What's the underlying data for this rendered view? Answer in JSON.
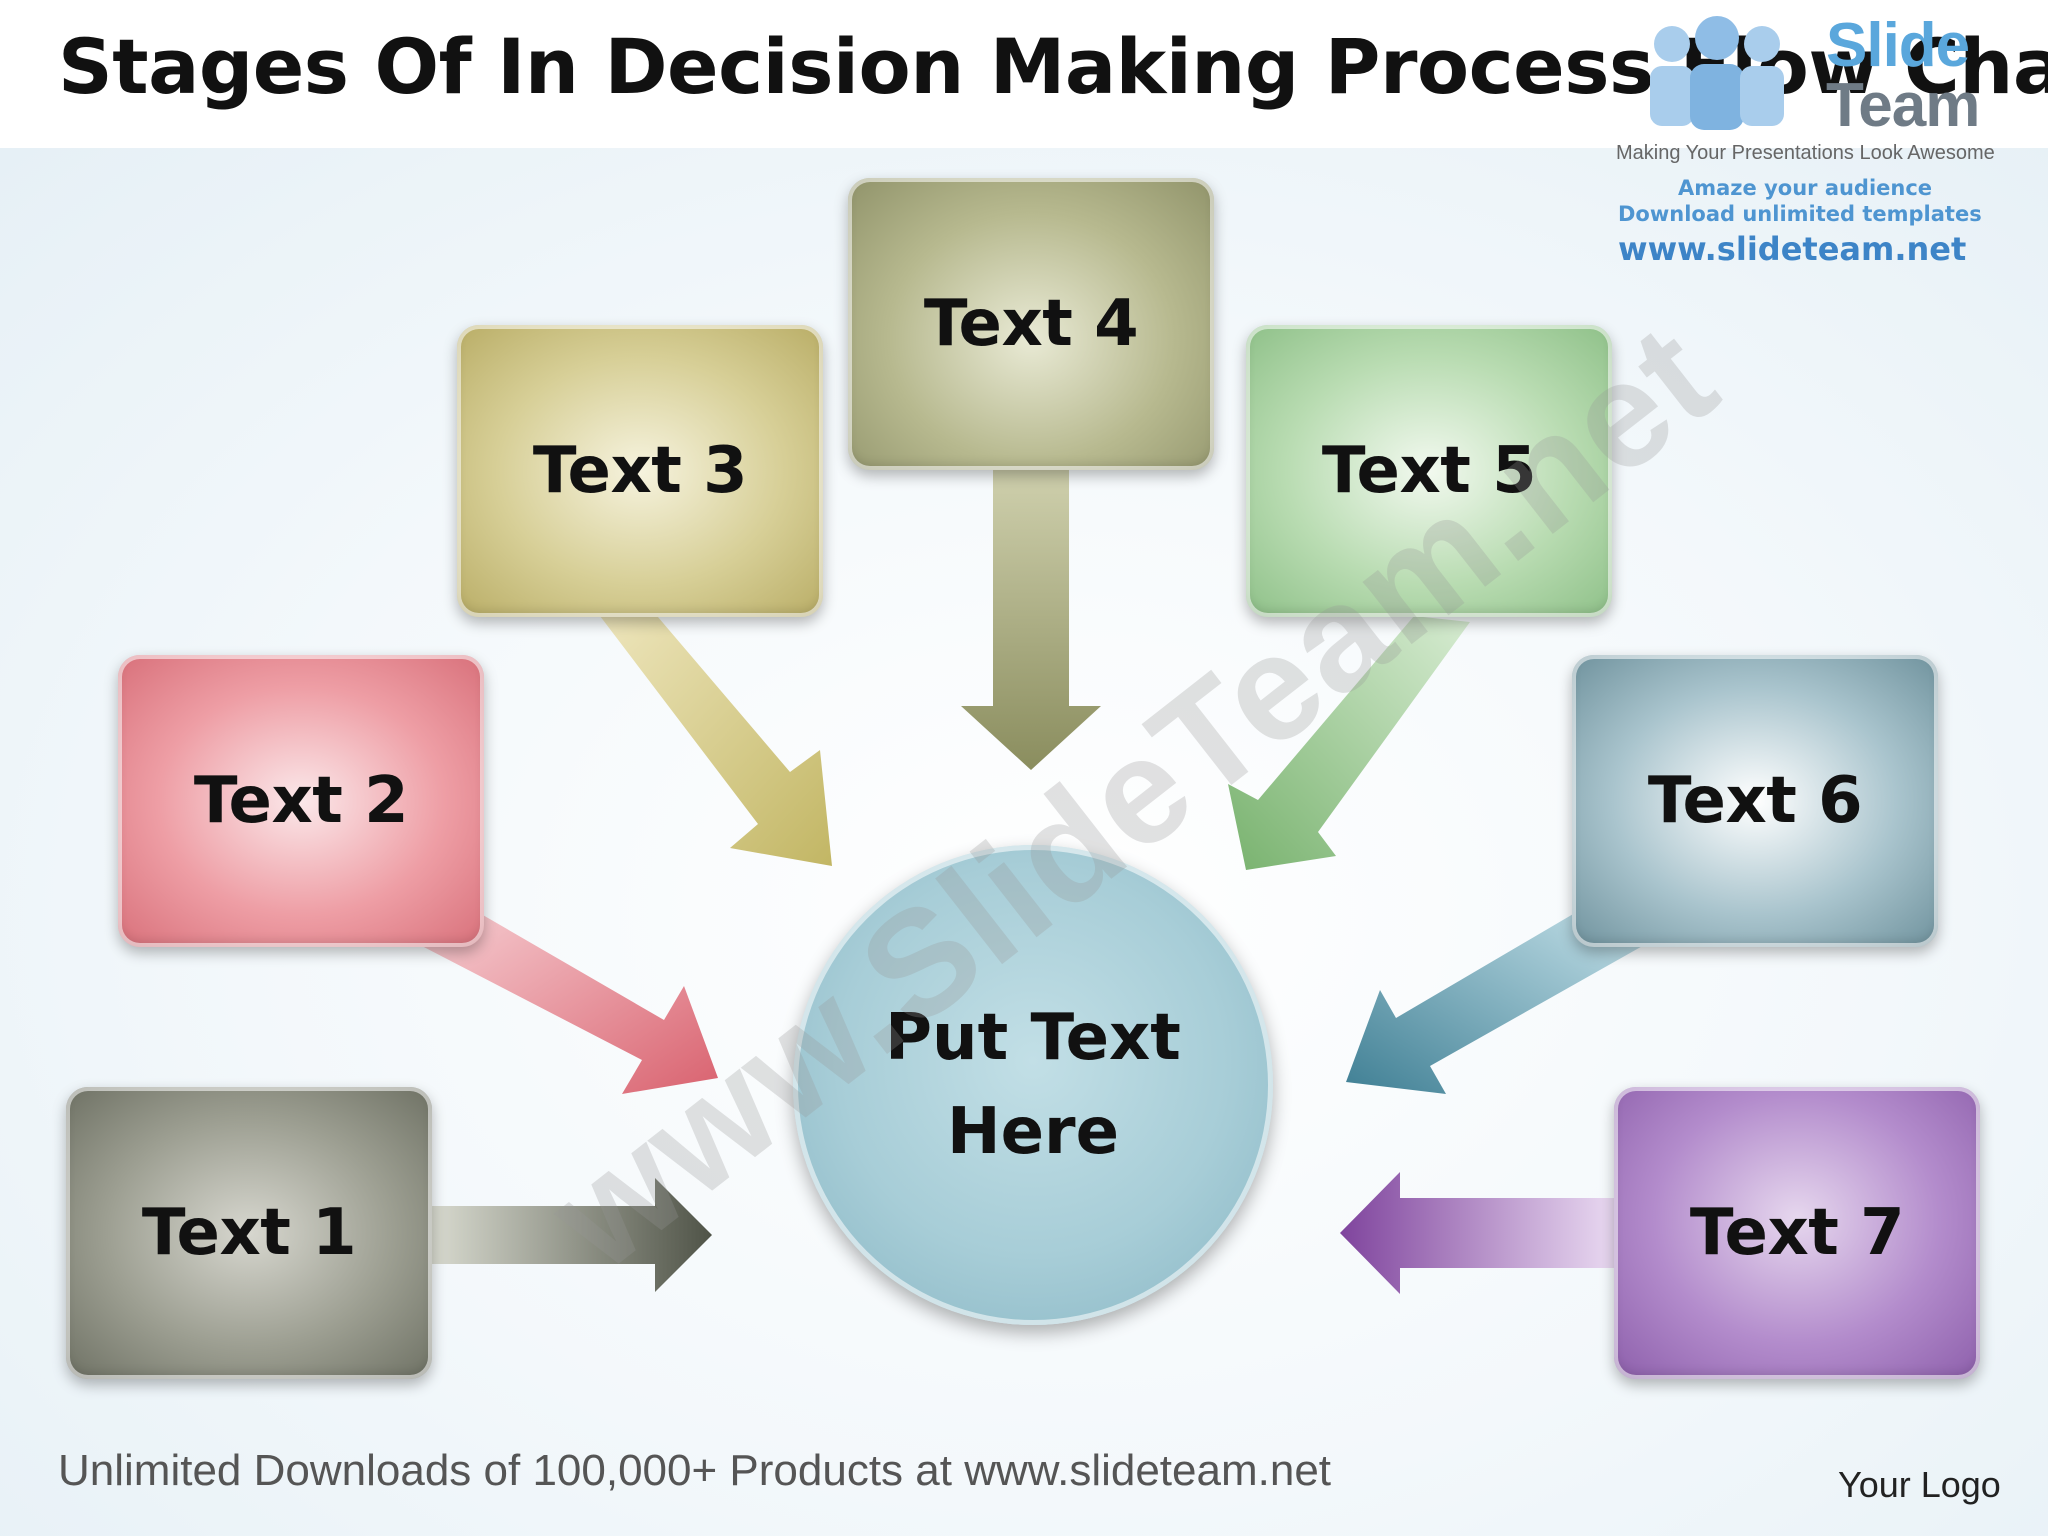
{
  "title": "Stages Of In Decision Making Process Flow Chart",
  "center": {
    "line1": "Put Text",
    "line2": "Here"
  },
  "stages": [
    {
      "label": "Text 1",
      "color": "#7a7d70"
    },
    {
      "label": "Text 2",
      "color": "#e48a93"
    },
    {
      "label": "Text 3",
      "color": "#cdc281"
    },
    {
      "label": "Text 4",
      "color": "#a5a77d"
    },
    {
      "label": "Text 5",
      "color": "#a2cf9b"
    },
    {
      "label": "Text 6",
      "color": "#7fa3ae"
    },
    {
      "label": "Text 7",
      "color": "#a579c0"
    }
  ],
  "brand": {
    "word1": "Slide",
    "word2": "Team",
    "tagline": "Making Your Presentations Look Awesome",
    "line1": "Amaze your audience",
    "line2": "Download unlimited templates",
    "url": "www.slideteam.net"
  },
  "watermark": "www.SlideTeam.net",
  "footer": "Unlimited Downloads of 100,000+ Products at www.slideteam.net",
  "logo_text": "Your Logo"
}
